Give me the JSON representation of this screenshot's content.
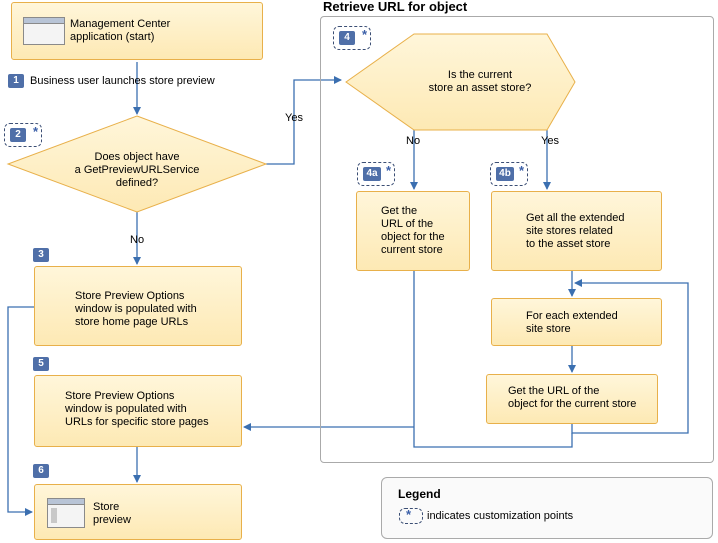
{
  "group_title": "Retrieve URL for object",
  "start": {
    "line1": "Management Center",
    "line2": "application (start)"
  },
  "step1": {
    "num": "1",
    "text": "Business user launches store preview"
  },
  "step2": {
    "num": "2",
    "star": "*",
    "line1": "Does object have",
    "line2": "a GetPreviewURLService",
    "line3": "defined?"
  },
  "yes1": "Yes",
  "no1": "No",
  "step3": {
    "num": "3",
    "line1": "Store Preview Options",
    "line2": "window is populated with",
    "line3": "store home page URLs"
  },
  "step4": {
    "num": "4",
    "star": "*",
    "line1": "Is the current",
    "line2": "store an asset store?"
  },
  "no2": "No",
  "yes2": "Yes",
  "step4a": {
    "num": "4a",
    "star": "*",
    "line1": "Get the",
    "line2": "URL of the",
    "line3": "object for the",
    "line4": "current store"
  },
  "step4b": {
    "num": "4b",
    "star": "*",
    "line1": "Get all the extended",
    "line2": "site stores related",
    "line3": "to the asset store"
  },
  "each": {
    "line1": "For each extended",
    "line2": "site store"
  },
  "geturl": {
    "line1": "Get the URL of the",
    "line2": "object for the current store"
  },
  "step5": {
    "num": "5",
    "line1": "Store Preview Options",
    "line2": "window is populated with",
    "line3": "URLs for specific store pages"
  },
  "step6": {
    "num": "6",
    "line1": "Store",
    "line2": "preview"
  },
  "legend": {
    "title": "Legend",
    "star": "*",
    "text": "indicates customization points"
  },
  "colors": {
    "box_fill": "#fde9b4",
    "box_border": "#e8b04a",
    "badge": "#4f6fa8",
    "connector": "#3b6fb0"
  }
}
